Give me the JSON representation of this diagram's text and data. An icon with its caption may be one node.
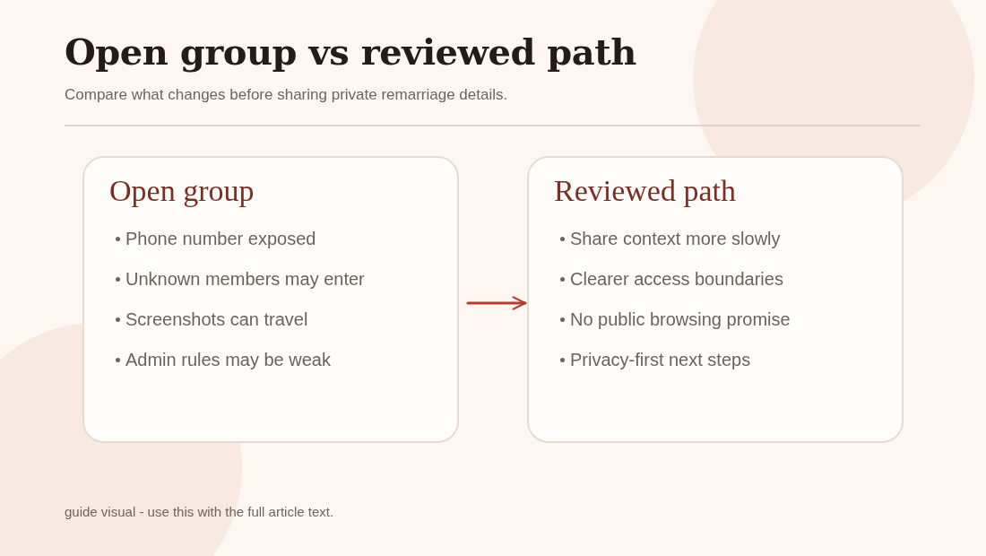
{
  "diagram": {
    "title": "Open group vs reviewed path",
    "nodes": [
      {
        "text": [
          "Open group",
          "Phone number exposed",
          "Unknown members may enter",
          "Screenshots can travel",
          "Admin rules may be weak"
        ]
      },
      {
        "text": [
          "Reviewed path",
          "Share context more slowly",
          "Clearer access boundaries",
          "No public browsing promise",
          "Privacy-first next steps"
        ]
      }
    ],
    "edges": [
      {
        "from": 0,
        "to": 1,
        "arrow": "to"
      }
    ],
    "labels": [
      "Compare what changes before sharing private remarriage details."
    ],
    "caption": "guide visual - use this with the full article text."
  }
}
